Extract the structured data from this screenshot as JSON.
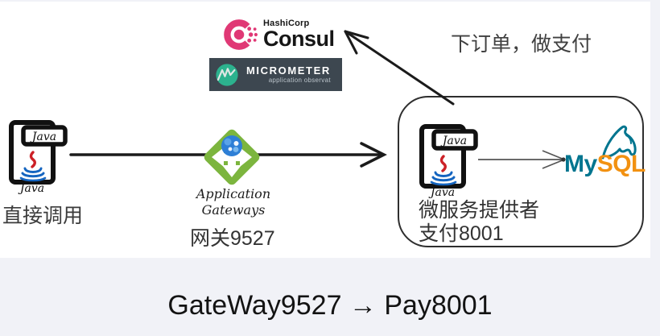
{
  "consul": {
    "brand": "HashiCorp",
    "product": "Consul"
  },
  "micrometer": {
    "name": "MICROMETER",
    "tagline": "application observat"
  },
  "java_icon": {
    "tab": "Java",
    "caption": "Java"
  },
  "caller": {
    "label": "直接调用"
  },
  "gateway": {
    "caption_line1": "Application",
    "caption_line2": "Gateways",
    "port_label": "网关9527"
  },
  "annotation": {
    "order_note": "下订单，做支付"
  },
  "provider": {
    "name": "微服务提供者",
    "port_label": "支付8001"
  },
  "mysql": {
    "my": "My",
    "sql": "SQL"
  },
  "footer": {
    "title": "GateWay9527 → Pay8001"
  },
  "colors": {
    "consul_pink": "#e03875",
    "micrometer_bg": "#3d4750",
    "micrometer_teal": "#2cb28e",
    "gateway_green": "#7cb53e",
    "globe_blue": "#2e7fd6",
    "mysql_teal": "#00758f",
    "mysql_orange": "#f29111",
    "footer_bg": "#f1f2f7"
  }
}
